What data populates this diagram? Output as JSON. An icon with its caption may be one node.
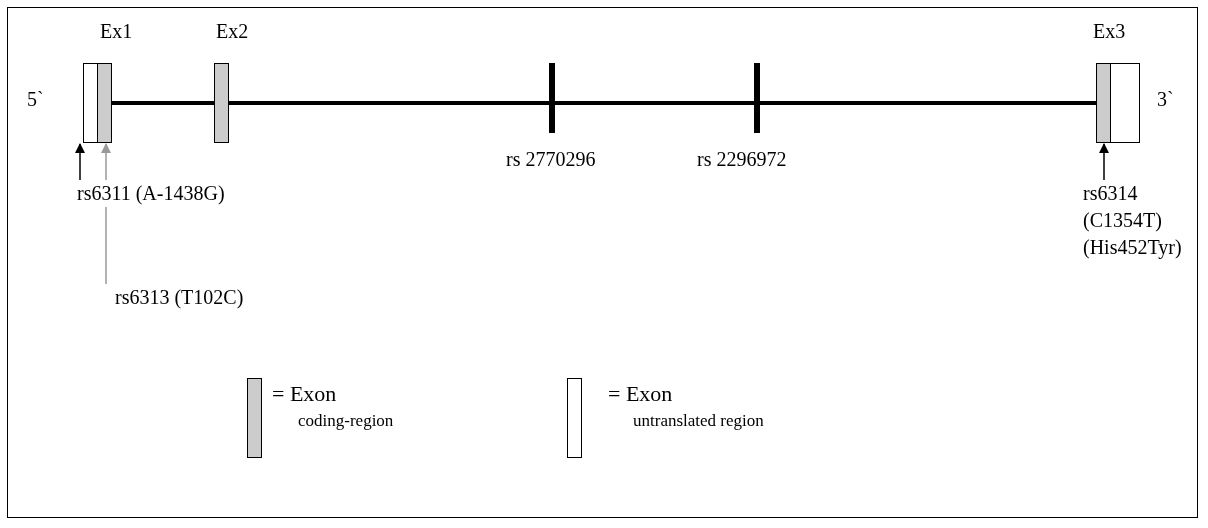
{
  "diagram": {
    "nodes": [
      {
        "text": [],
        "shape": "box"
      },
      {
        "text": [],
        "shape": "box"
      },
      {
        "text": [],
        "shape": "box"
      },
      {
        "text": [],
        "shape": "box"
      },
      {
        "text": [],
        "shape": "box"
      },
      {
        "text": [
          "rs6311 (A-1438G)"
        ]
      },
      {
        "text": [
          "rs6313 (T102C)"
        ]
      },
      {
        "text": [
          "rs6314 (C1354T) (His452Tyr)"
        ]
      }
    ],
    "edges": [
      {
        "from": 1,
        "to": 2,
        "arrow": "none",
        "style": "thick"
      },
      {
        "from": 2,
        "to": 3,
        "arrow": "none",
        "style": "thick"
      },
      {
        "from": 5,
        "to": 0,
        "arrow": "to"
      },
      {
        "from": 6,
        "to": 1,
        "arrow": "to",
        "color": "#999999"
      },
      {
        "from": 7,
        "to": 3,
        "arrow": "to"
      }
    ],
    "labels": [
      "Ex1",
      "Ex2",
      "Ex3",
      "5`",
      "3`",
      "rs 2770296",
      "rs 2296972",
      "coding-region",
      "untranslated region"
    ],
    "legend": [
      {
        "text": "= Exon",
        "color": "#cccccc"
      },
      {
        "text": "= Exon",
        "color": "#ffffff"
      }
    ]
  }
}
